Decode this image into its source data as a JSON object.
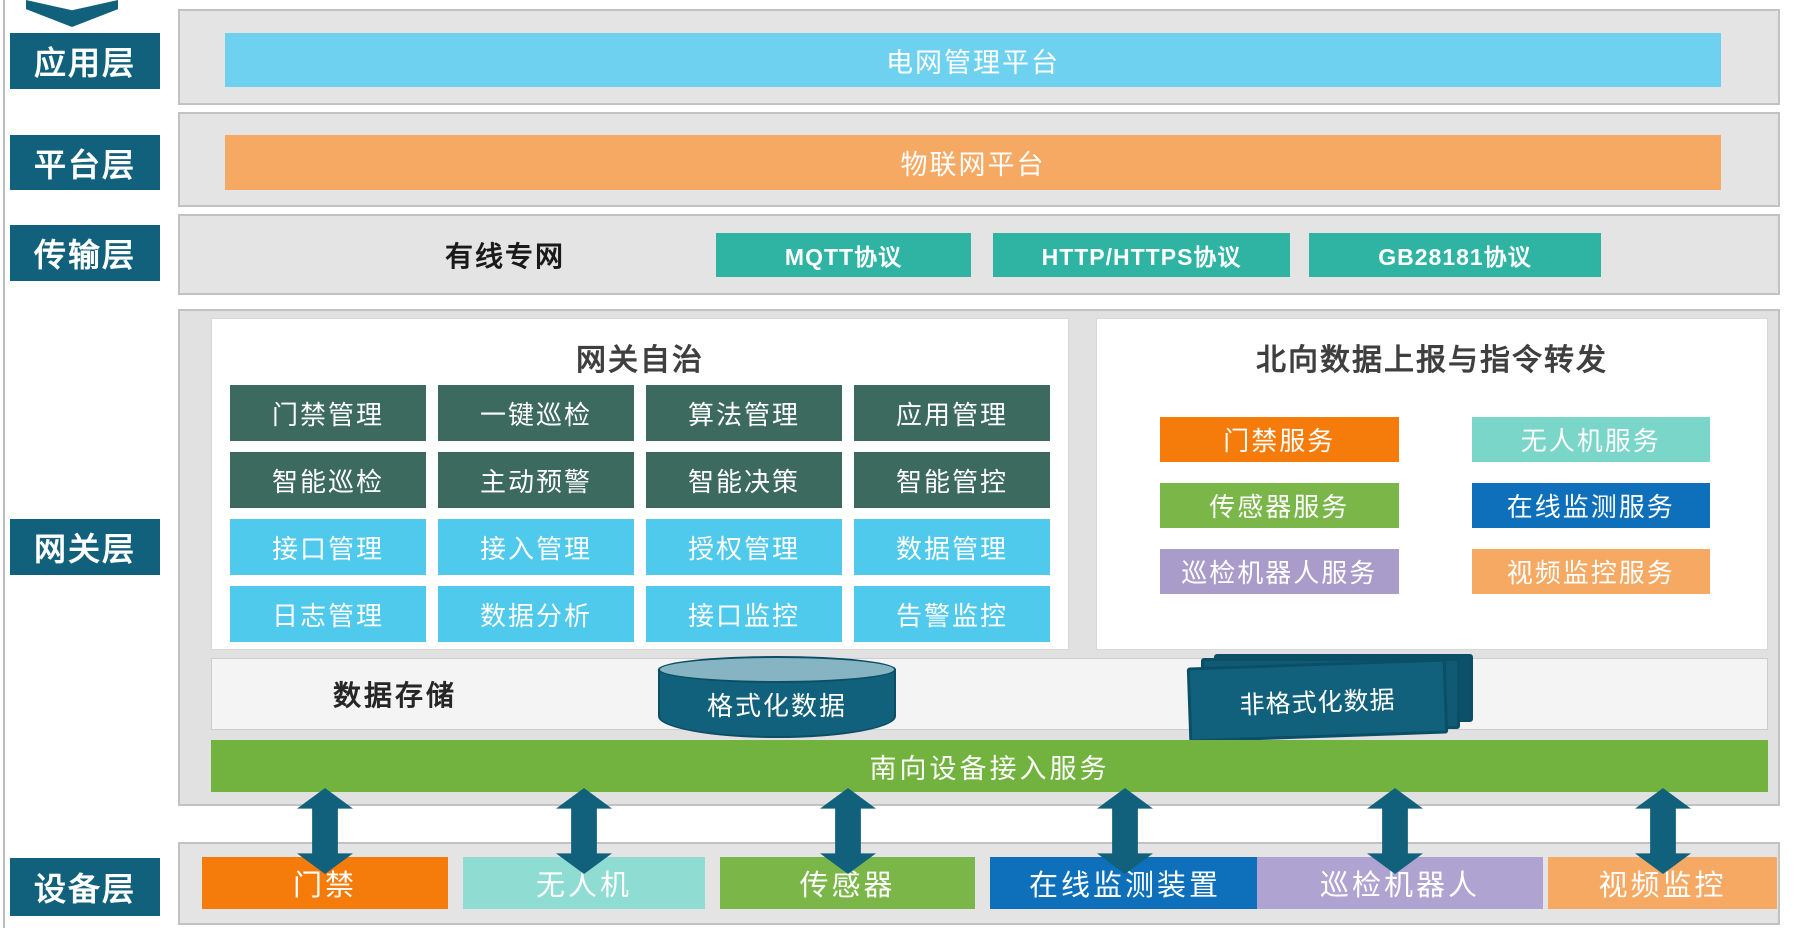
{
  "palette": {
    "layer_label_bg": "#12617C",
    "container_bg": "#E4E4E4",
    "container_border": "#C2C2C2",
    "application_bar": "#6FD1F0",
    "platform_bar": "#F6A963",
    "protocol_button": "#2FB3A3",
    "grid_dark_green": "#3D6A5E",
    "grid_light_blue": "#4FC9EC",
    "orange": "#F57C0A",
    "aqua": "#79D6C9",
    "green": "#7AB648",
    "blue": "#0E70BB",
    "purple": "#A99CCB",
    "light_orange": "#F6A963",
    "southbound_bar": "#72B33F",
    "arrow_teal": "#12617C",
    "storage_strip": "#F4F4F4"
  },
  "layers": {
    "application": {
      "label": "应用层",
      "bar": "电网管理平台"
    },
    "platform": {
      "label": "平台层",
      "bar": "物联网平台"
    },
    "transport": {
      "label": "传输层",
      "network": "有线专网",
      "protocols": [
        {
          "label": "MQTT协议"
        },
        {
          "label": "HTTP/HTTPS协议"
        },
        {
          "label": "GB28181协议"
        }
      ]
    },
    "gateway": {
      "label": "网关层",
      "autonomy": {
        "title": "网关自治",
        "items": [
          {
            "label": "门禁管理"
          },
          {
            "label": "一键巡检"
          },
          {
            "label": "算法管理"
          },
          {
            "label": "应用管理"
          },
          {
            "label": "智能巡检"
          },
          {
            "label": "主动预警"
          },
          {
            "label": "智能决策"
          },
          {
            "label": "智能管控"
          },
          {
            "label": "接口管理"
          },
          {
            "label": "接入管理"
          },
          {
            "label": "授权管理"
          },
          {
            "label": "数据管理"
          },
          {
            "label": "日志管理"
          },
          {
            "label": "数据分析"
          },
          {
            "label": "接口监控"
          },
          {
            "label": "告警监控"
          }
        ]
      },
      "northbound": {
        "title": "北向数据上报与指令转发",
        "services": [
          {
            "label": "门禁服务",
            "color": "#F57C0A"
          },
          {
            "label": "无人机服务",
            "color": "#79D6C9"
          },
          {
            "label": "传感器服务",
            "color": "#7AB648"
          },
          {
            "label": "在线监测服务",
            "color": "#0E70BB"
          },
          {
            "label": "巡检机器人服务",
            "color": "#A99CCB"
          },
          {
            "label": "视频监控服务",
            "color": "#F6A963"
          }
        ]
      },
      "storage": {
        "title": "数据存储",
        "formatted": "格式化数据",
        "unformatted": "非格式化数据"
      },
      "southbound": {
        "title": "南向设备接入服务"
      }
    },
    "device": {
      "label": "设备层",
      "devices": [
        {
          "label": "门禁",
          "color": "#F57C0A"
        },
        {
          "label": "无人机",
          "color": "#8EDCD2"
        },
        {
          "label": "传感器",
          "color": "#7AB648"
        },
        {
          "label": "在线监测装置",
          "color": "#0E70BB"
        },
        {
          "label": "巡检机器人",
          "color": "#AFA3D2"
        },
        {
          "label": "视频监控",
          "color": "#F6A963"
        }
      ]
    }
  }
}
